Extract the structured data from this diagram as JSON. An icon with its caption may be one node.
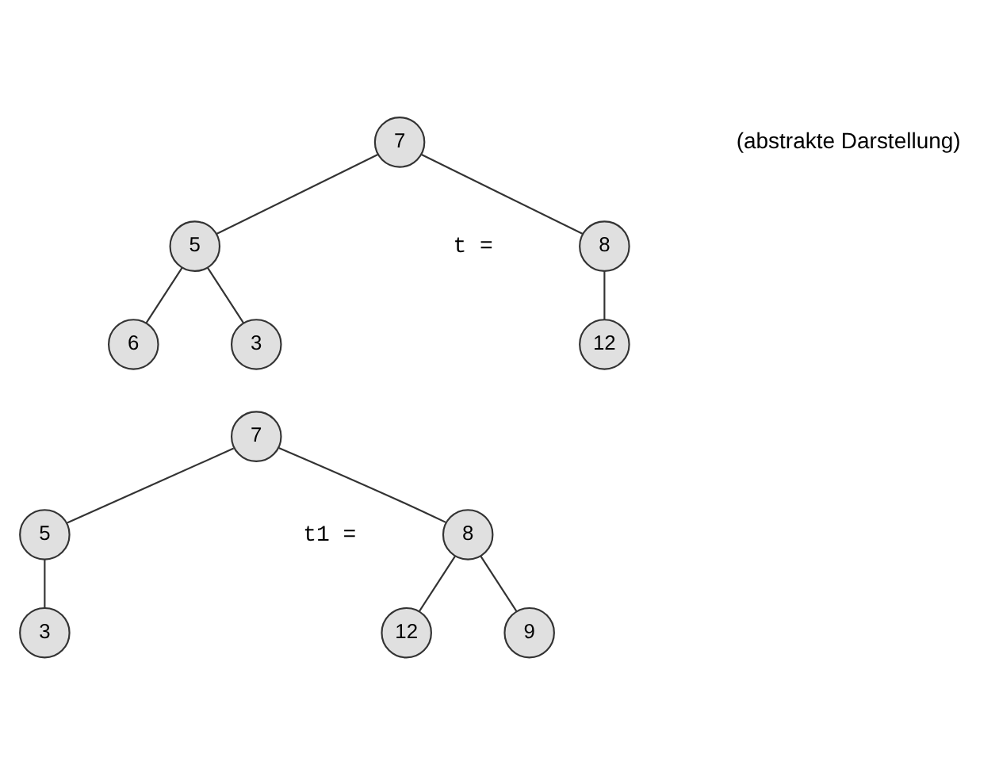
{
  "diagram": {
    "nodes": [
      {
        "text": [
          "7"
        ]
      },
      {
        "text": [
          "5"
        ]
      },
      {
        "text": [
          "8"
        ]
      },
      {
        "text": [
          "3"
        ]
      },
      {
        "text": [
          "6"
        ]
      },
      {
        "text": [
          "12"
        ]
      },
      {
        "text": [
          "7"
        ]
      },
      {
        "text": [
          "5"
        ]
      },
      {
        "text": [
          "8"
        ]
      },
      {
        "text": [
          "3"
        ]
      },
      {
        "text": [
          "9"
        ]
      },
      {
        "text": [
          "12"
        ]
      }
    ],
    "edges": [
      {
        "from": 0,
        "to": 1,
        "arrow": "none"
      },
      {
        "from": 0,
        "to": 2,
        "arrow": "none"
      },
      {
        "from": 1,
        "to": 3,
        "arrow": "none"
      },
      {
        "from": 1,
        "to": 4,
        "arrow": "none"
      },
      {
        "from": 2,
        "to": 5,
        "arrow": "none"
      },
      {
        "from": 6,
        "to": 7,
        "arrow": "none"
      },
      {
        "from": 6,
        "to": 8,
        "arrow": "none"
      },
      {
        "from": 7,
        "to": 9,
        "arrow": "none"
      },
      {
        "from": 8,
        "to": 10,
        "arrow": "none"
      },
      {
        "from": 8,
        "to": 11,
        "arrow": "none"
      }
    ],
    "labels": [
      "t =",
      "(abstrakte Darstellung)",
      "t1 ="
    ]
  }
}
